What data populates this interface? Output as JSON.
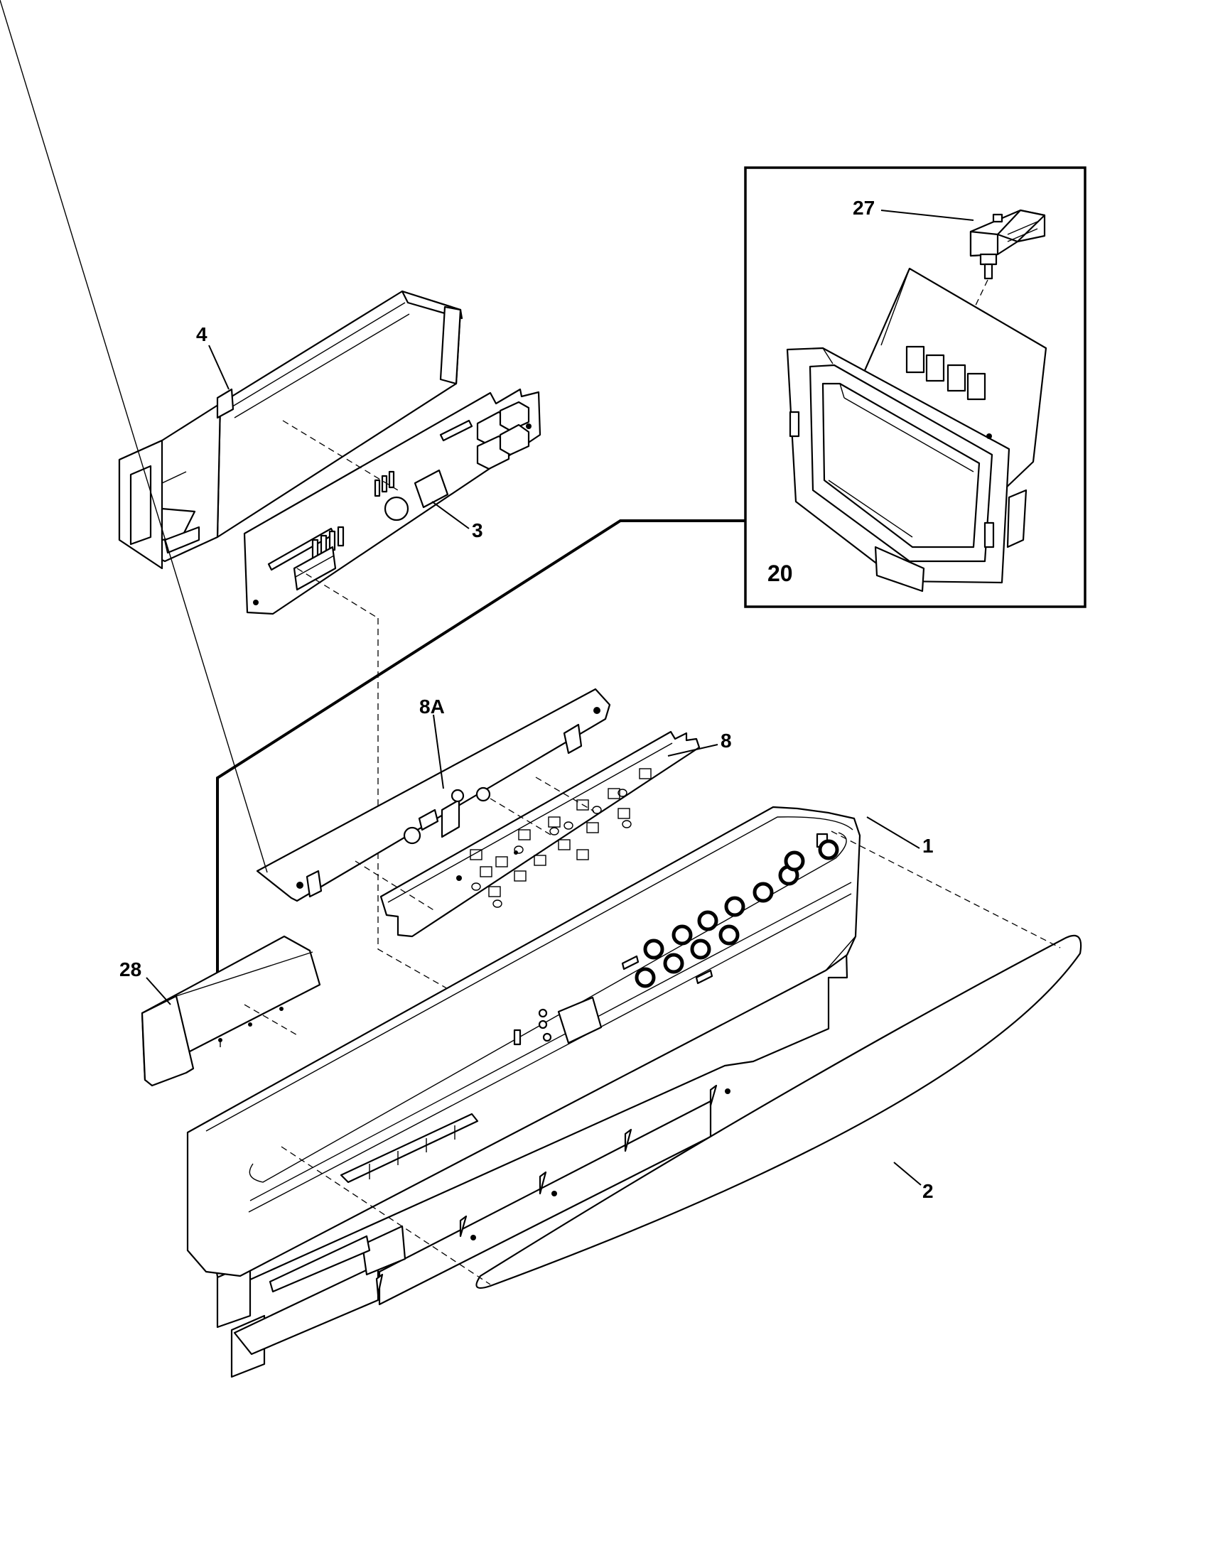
{
  "callouts": {
    "c1": "1",
    "c2": "2",
    "c3": "3",
    "c4": "4",
    "c8": "8",
    "c8a": "8A",
    "c20": "20",
    "c27": "27",
    "c28": "28"
  }
}
